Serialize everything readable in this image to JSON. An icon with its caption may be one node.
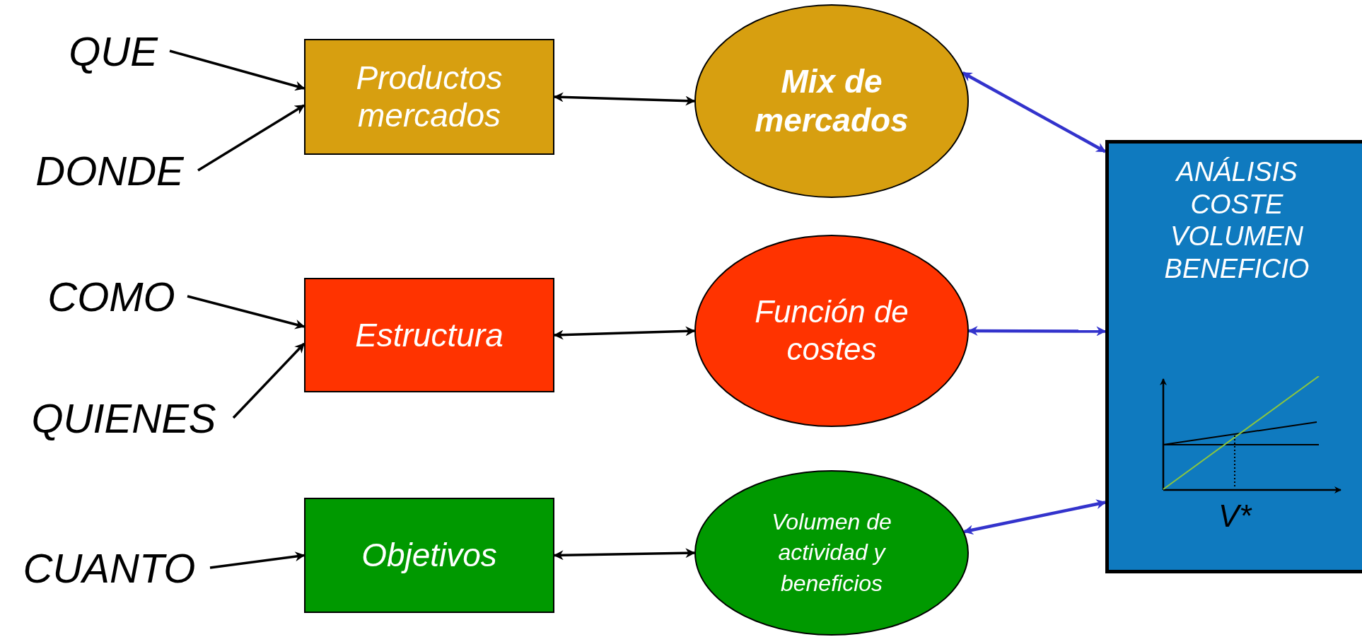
{
  "diagram": {
    "nodes": [
      {
        "text": [
          "QUE"
        ]
      },
      {
        "text": [
          "DONDE"
        ]
      },
      {
        "text": [
          "Productos mercados"
        ]
      },
      {
        "text": [
          "Mix de mercados"
        ]
      },
      {
        "text": [
          "ANÁLISIS COSTE VOLUMEN BENEFICIO"
        ]
      },
      {
        "text": [
          "COMO"
        ]
      },
      {
        "text": [
          "QUIENES"
        ]
      },
      {
        "text": [
          "Estructura"
        ]
      },
      {
        "text": [
          "Función de costes"
        ]
      },
      {
        "text": [
          "CUANTO"
        ]
      },
      {
        "text": [
          "Objetivos"
        ]
      },
      {
        "text": [
          "Volumen de actividad y beneficios"
        ]
      }
    ],
    "edges": [
      {
        "from": 0,
        "to": 2,
        "arrow": "to"
      },
      {
        "from": 1,
        "to": 2,
        "arrow": "to"
      },
      {
        "from": 5,
        "to": 7,
        "arrow": "to"
      },
      {
        "from": 6,
        "to": 7,
        "arrow": "to"
      },
      {
        "from": 9,
        "to": 10,
        "arrow": "to"
      },
      {
        "from": 2,
        "to": 3,
        "arrow": "both"
      },
      {
        "from": 7,
        "to": 8,
        "arrow": "both"
      },
      {
        "from": 10,
        "to": 11,
        "arrow": "both"
      },
      {
        "from": 3,
        "to": 4,
        "arrow": "both",
        "color": "#3333cc"
      },
      {
        "from": 8,
        "to": 4,
        "arrow": "both",
        "color": "#3333cc"
      },
      {
        "from": 11,
        "to": 4,
        "arrow": "both",
        "color": "#3333cc"
      }
    ],
    "labels": [
      "V*"
    ]
  }
}
